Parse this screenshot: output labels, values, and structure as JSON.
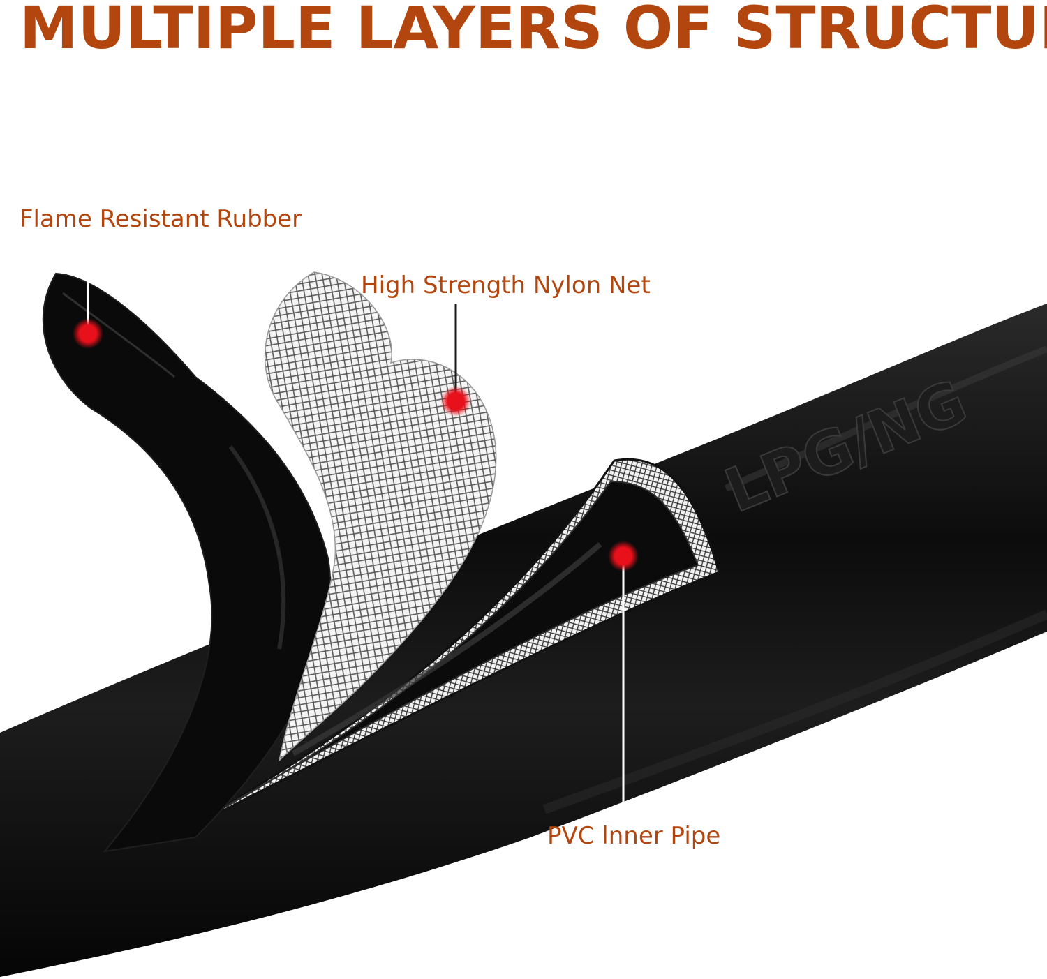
{
  "title": "MULTIPLE LAYERS OF STRUCTURE",
  "callouts": [
    {
      "id": "flame-resistant-rubber",
      "label": "Flame Resistant Rubber"
    },
    {
      "id": "high-strength-nylon-net",
      "label": "High Strength Nylon Net"
    },
    {
      "id": "pvc-inner-pipe",
      "label": "PVC lnner Pipe"
    }
  ],
  "hose_marking": "LPG/NG",
  "colors": {
    "title": "#b3460e",
    "label": "#b3460e",
    "marker": "#e8101a",
    "hose": "#0d0d0d",
    "mesh": "#c9c9c9",
    "leader": "#1a1a1a"
  }
}
